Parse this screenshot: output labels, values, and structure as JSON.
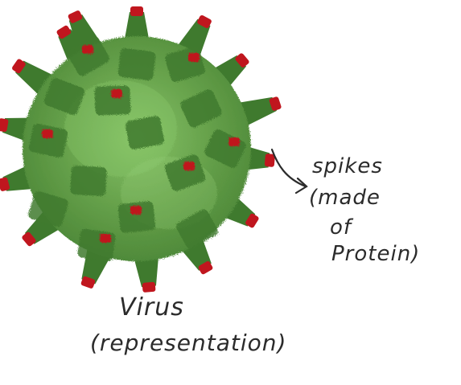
{
  "diagram": {
    "spikes_label_lines": [
      "spikes",
      "(made",
      "of",
      "Protein)"
    ],
    "virus_label_lines": [
      "Virus",
      "(representation)"
    ],
    "colors": {
      "body": "#5f9a45",
      "body_light": "#7dbb5c",
      "spike_base": "#3f7a2e",
      "spike_tip": "#c0161e",
      "ink": "#2b2b2b",
      "background": "#ffffff"
    }
  }
}
